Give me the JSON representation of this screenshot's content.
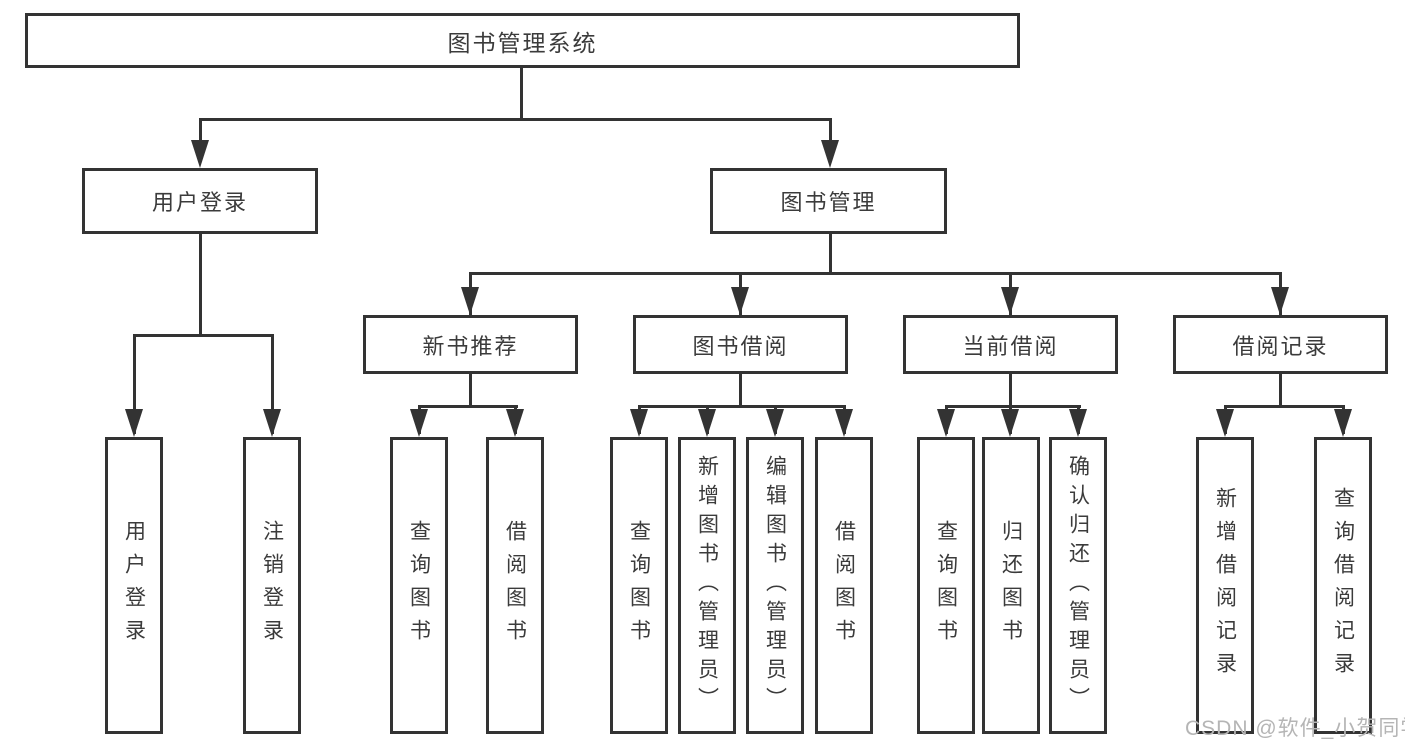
{
  "diagram": {
    "title": "图书管理系统",
    "root": {
      "label": "图书管理系统"
    },
    "branches": {
      "user_login": {
        "label": "用户登录"
      },
      "book_management": {
        "label": "图书管理"
      }
    },
    "modules": {
      "new_books": {
        "label": "新书推荐"
      },
      "borrowing": {
        "label": "图书借阅"
      },
      "current": {
        "label": "当前借阅"
      },
      "records": {
        "label": "借阅记录"
      }
    },
    "leaves": {
      "user_login": [
        "用户登录",
        "注销登录"
      ],
      "new_books": [
        "查询图书",
        "借阅图书"
      ],
      "borrowing": [
        "查询图书",
        "新增图书（管理员）",
        "编辑图书（管理员）",
        "借阅图书"
      ],
      "current": [
        "查询图书",
        "归还图书",
        "确认归还（管理员）"
      ],
      "records": [
        "新增借阅记录",
        "查询借阅记录"
      ]
    }
  },
  "watermark": {
    "text": "CSDN @软件_小贺同学"
  },
  "colors": {
    "line": "#333333",
    "text": "#3b3b3b",
    "watermark": "#b5b5b5",
    "background": "#ffffff"
  }
}
